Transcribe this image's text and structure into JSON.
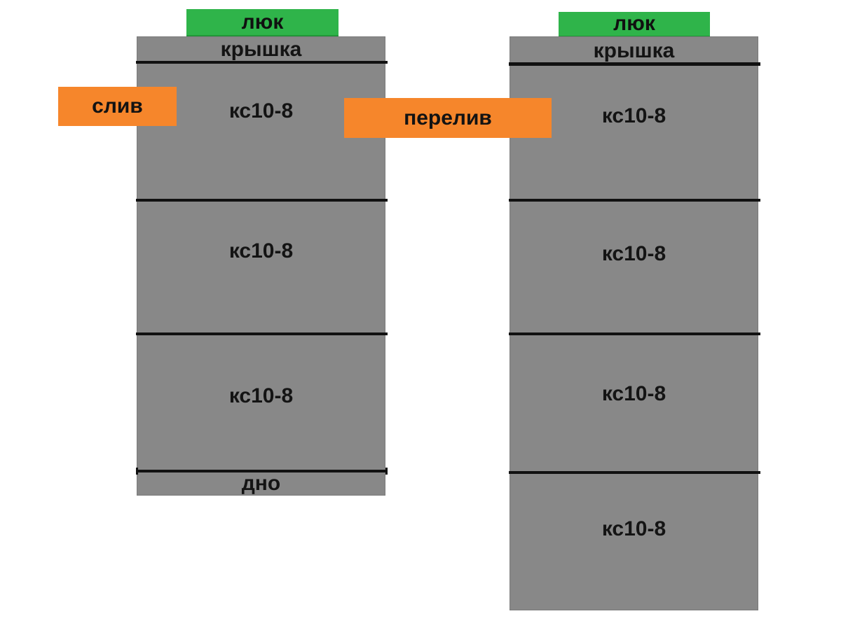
{
  "diagram": {
    "colors": {
      "ring_gray": "#888888",
      "hatch_green": "#2fb44a",
      "pipe_orange": "#f6862b",
      "line_black": "#111111",
      "background": "#ffffff"
    },
    "pipes": {
      "drain_label": "слив",
      "overflow_label": "перелив"
    },
    "wells": [
      {
        "name": "left-well",
        "hatch_label": "люк",
        "cover_label": "крышка",
        "rings": [
          "кс10-8",
          "кс10-8",
          "кс10-8"
        ],
        "bottom_label": "дно"
      },
      {
        "name": "right-well",
        "hatch_label": "люк",
        "cover_label": "крышка",
        "rings": [
          "кс10-8",
          "кс10-8",
          "кс10-8",
          "кс10-8"
        ]
      }
    ]
  }
}
